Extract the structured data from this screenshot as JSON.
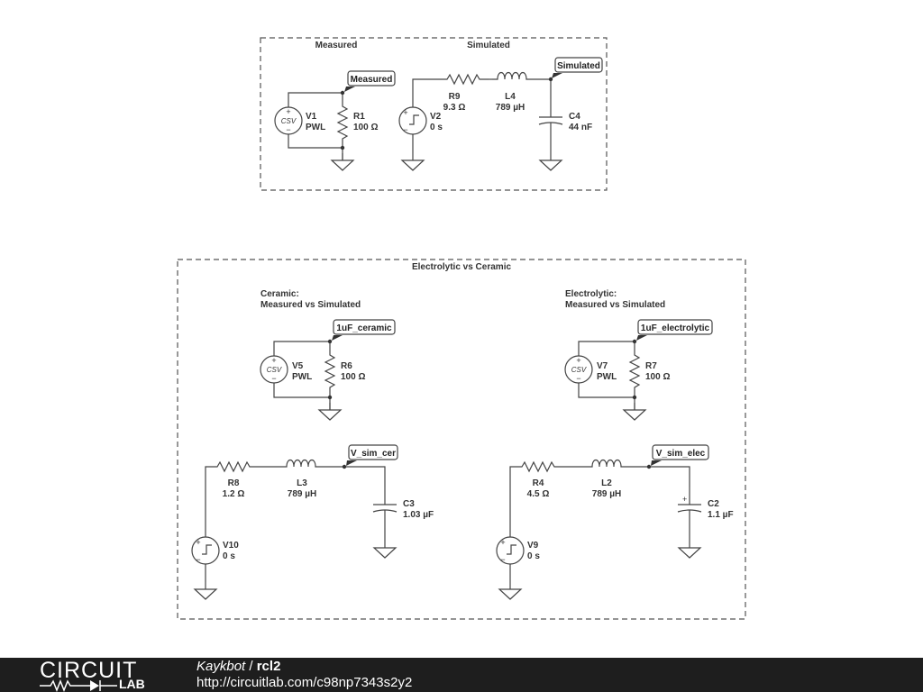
{
  "top_box": {
    "headings": [
      "Measured",
      "Simulated"
    ],
    "left": {
      "tag": "Measured",
      "source": {
        "name": "V1",
        "value": "PWL",
        "type": "CSV"
      },
      "resistor": {
        "name": "R1",
        "value": "100 Ω"
      }
    },
    "right": {
      "tag": "Simulated",
      "source": {
        "name": "V2",
        "value": "0 s"
      },
      "resistor": {
        "name": "R9",
        "value": "9.3 Ω"
      },
      "inductor": {
        "name": "L4",
        "value": "789 µH"
      },
      "capacitor": {
        "name": "C4",
        "value": "44 nF"
      }
    }
  },
  "bottom_box": {
    "title": "Electrolytic vs Ceramic",
    "ceramic": {
      "heading_line1": "Ceramic:",
      "heading_line2": "Measured vs Simulated",
      "meas_tag": "1uF_ceramic",
      "meas_source": {
        "name": "V5",
        "value": "PWL",
        "type": "CSV"
      },
      "meas_resistor": {
        "name": "R6",
        "value": "100 Ω"
      },
      "sim_tag": "V_sim_cer",
      "sim_resistor": {
        "name": "R8",
        "value": "1.2 Ω"
      },
      "sim_inductor": {
        "name": "L3",
        "value": "789 µH"
      },
      "sim_capacitor": {
        "name": "C3",
        "value": "1.03 µF"
      },
      "sim_source": {
        "name": "V10",
        "value": "0 s"
      }
    },
    "electrolytic": {
      "heading_line1": "Electrolytic:",
      "heading_line2": "Measured vs Simulated",
      "meas_tag": "1uF_electrolytic",
      "meas_source": {
        "name": "V7",
        "value": "PWL",
        "type": "CSV"
      },
      "meas_resistor": {
        "name": "R7",
        "value": "100 Ω"
      },
      "sim_tag": "V_sim_elec",
      "sim_resistor": {
        "name": "R4",
        "value": "4.5 Ω"
      },
      "sim_inductor": {
        "name": "L2",
        "value": "789 µH"
      },
      "sim_capacitor": {
        "name": "C2",
        "value": "1.1 µF"
      },
      "sim_source": {
        "name": "V9",
        "value": "0 s"
      }
    }
  },
  "footer": {
    "logo_top": "CIRCUIT",
    "logo_bottom": "LAB",
    "author": "Kaykbot",
    "separator": " / ",
    "project": "rcl2",
    "url": "http://circuitlab.com/c98np7343s2y2"
  }
}
